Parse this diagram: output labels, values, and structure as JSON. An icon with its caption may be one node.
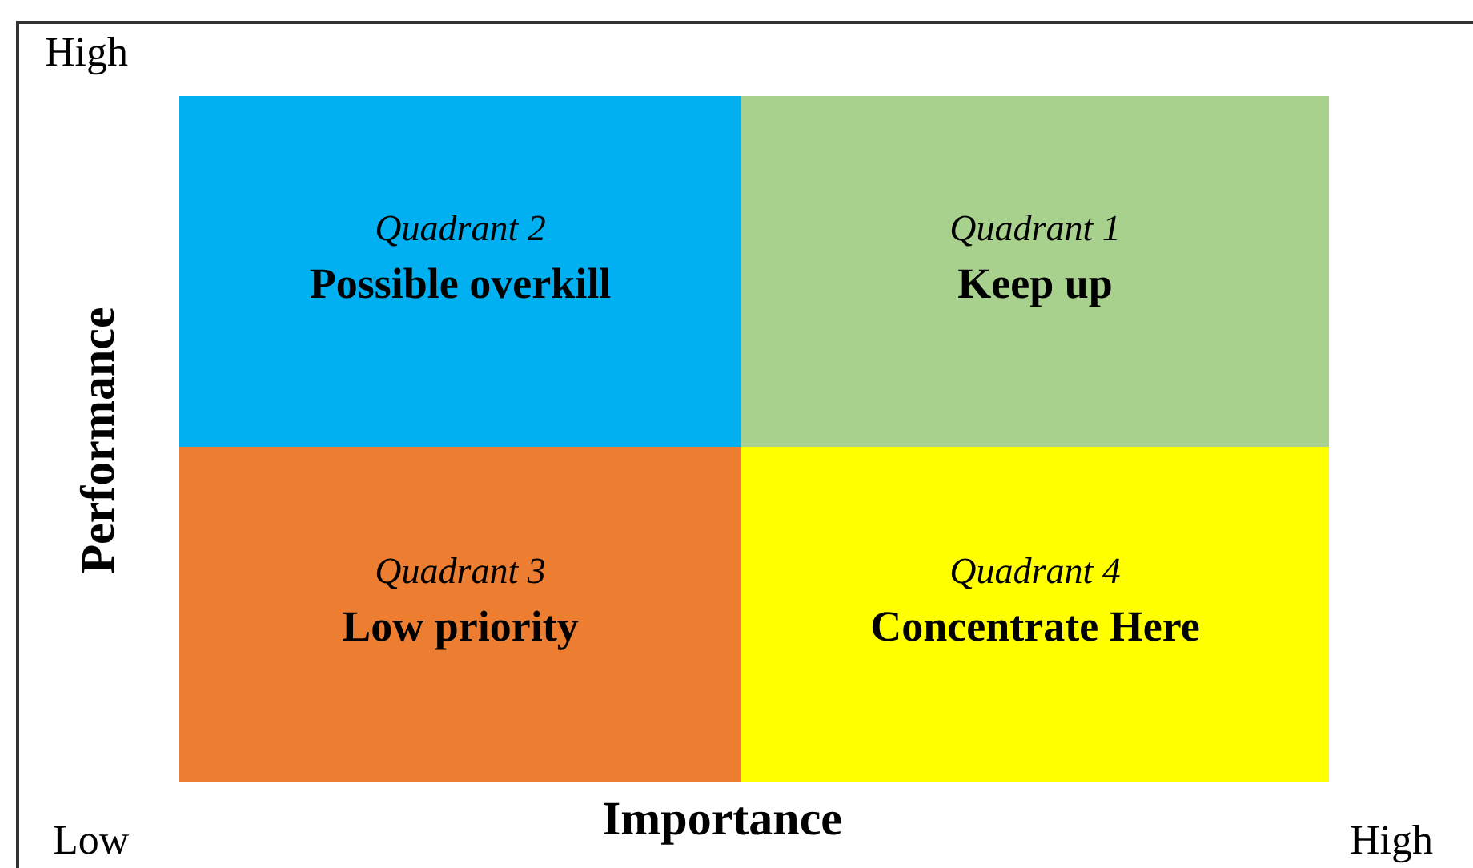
{
  "diagram": {
    "nodes": [
      {
        "text": [
          "Quadrant 2",
          "Possible overkill"
        ]
      },
      {
        "text": [
          "Quadrant 1",
          "Keep up"
        ]
      },
      {
        "text": [
          "Quadrant 3",
          "Low priority"
        ]
      },
      {
        "text": [
          "Quadrant 4",
          "Concentrate Here"
        ]
      }
    ],
    "labels": [
      "High",
      "Performance",
      "Low",
      "Importance",
      "High"
    ]
  }
}
